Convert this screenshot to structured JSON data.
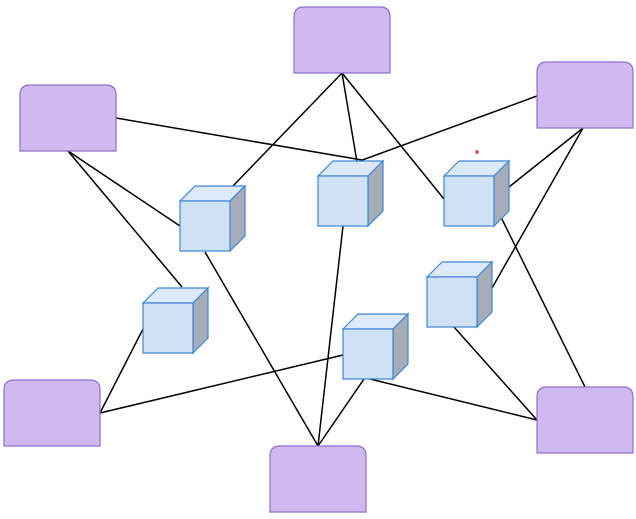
{
  "diagram": {
    "type": "network",
    "colors": {
      "background": "#ffffff",
      "terminal_fill": "#cfb9ee",
      "terminal_stroke": "#8f6fcf",
      "cube_front": "#cfe1f5",
      "cube_top": "#dbe9f8",
      "cube_side": "#a6adb6",
      "cube_stroke": "#3d86d6",
      "edge": "#000000",
      "dot": "#e53935"
    },
    "terminals": [
      {
        "id": "t-top"
      },
      {
        "id": "t-left-upper"
      },
      {
        "id": "t-right-upper"
      },
      {
        "id": "t-left-lower"
      },
      {
        "id": "t-bottom"
      },
      {
        "id": "t-right-lower"
      }
    ],
    "cubes": [
      {
        "id": "c1"
      },
      {
        "id": "c2"
      },
      {
        "id": "c3"
      },
      {
        "id": "c4"
      },
      {
        "id": "c5"
      },
      {
        "id": "c6"
      }
    ],
    "edges": [
      {
        "from": "t-top",
        "to": "c1"
      },
      {
        "from": "t-top",
        "to": "c2"
      },
      {
        "from": "t-top",
        "to": "c3"
      },
      {
        "from": "t-left-upper",
        "to": "c2"
      },
      {
        "from": "t-left-upper",
        "to": "c1"
      },
      {
        "from": "t-left-upper",
        "to": "c4"
      },
      {
        "from": "t-right-upper",
        "to": "c2"
      },
      {
        "from": "t-right-upper",
        "to": "c3"
      },
      {
        "from": "t-right-upper",
        "to": "c5"
      },
      {
        "from": "t-left-lower",
        "to": "c4"
      },
      {
        "from": "t-left-lower",
        "to": "c6"
      },
      {
        "from": "t-bottom",
        "to": "c1"
      },
      {
        "from": "t-bottom",
        "to": "c2"
      },
      {
        "from": "t-bottom",
        "to": "c6"
      },
      {
        "from": "t-right-lower",
        "to": "c3"
      },
      {
        "from": "t-right-lower",
        "to": "c5"
      },
      {
        "from": "t-right-lower",
        "to": "c6"
      }
    ]
  }
}
